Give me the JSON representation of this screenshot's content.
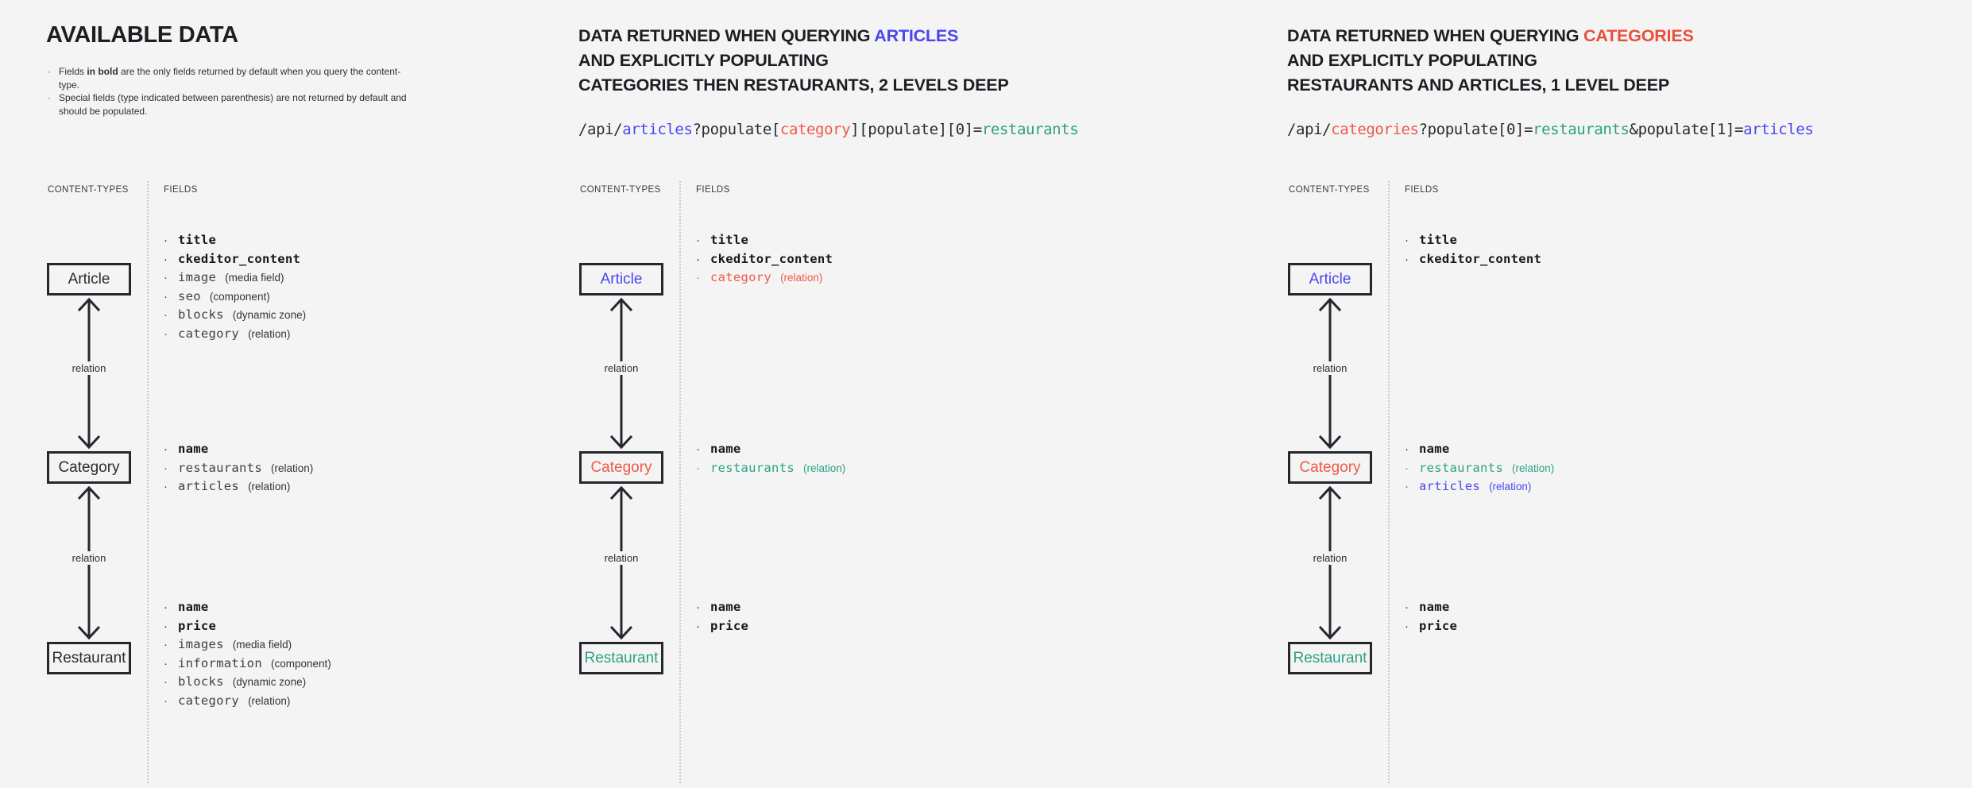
{
  "colors": {
    "background": "#f4f4f4",
    "text_dark": "#26262e",
    "accent_blue": "#4a46ee",
    "accent_red": "#ee5a48",
    "accent_teal": "#2ca186"
  },
  "labels": {
    "content_types": "CONTENT-TYPES",
    "fields": "FIELDS",
    "relation": "relation"
  },
  "available": {
    "title": "AVAILABLE DATA",
    "note1_pre": "Fields ",
    "note1_bold": "in bold",
    "note1_post": " are the only fields returned by default when you query the content-type.",
    "note2": "Special fields (type indicated between parenthesis) are not returned by default and should be populated.",
    "bullet": "·"
  },
  "q_articles": {
    "l1_pre": "DATA RETURNED WHEN QUERYING ",
    "l1_accent": "ARTICLES",
    "l2": "AND EXPLICITLY POPULATING",
    "l3": "CATEGORIES THEN RESTAURANTS, 2 LEVELS DEEP",
    "api": [
      {
        "t": "/api/"
      },
      {
        "t": "articles"
      },
      {
        "t": "?populate["
      },
      {
        "t": "category"
      },
      {
        "t": "][populate][0]="
      },
      {
        "t": "restaurants"
      }
    ]
  },
  "q_categories": {
    "l1_pre": "DATA RETURNED WHEN QUERYING ",
    "l1_accent": "CATEGORIES",
    "l2": "AND EXPLICITLY POPULATING",
    "l3": "RESTAURANTS AND ARTICLES, 1 LEVEL DEEP",
    "api": [
      {
        "t": "/api/"
      },
      {
        "t": "categories"
      },
      {
        "t": "?populate[0]="
      },
      {
        "t": "restaurants"
      },
      {
        "t": "&populate[1]="
      },
      {
        "t": "articles"
      }
    ]
  },
  "columns": [
    {
      "boxes": [
        {
          "label": "Article"
        },
        {
          "label": "Category"
        },
        {
          "label": "Restaurant"
        }
      ],
      "groups": [
        {
          "items": [
            {
              "name": "title",
              "type": ""
            },
            {
              "name": "ckeditor_content",
              "type": ""
            },
            {
              "name": "image",
              "type": "(media field)"
            },
            {
              "name": "seo",
              "type": "(component)"
            },
            {
              "name": "blocks",
              "type": "(dynamic zone)"
            },
            {
              "name": "category",
              "type": "(relation)"
            }
          ]
        },
        {
          "items": [
            {
              "name": "name",
              "type": ""
            },
            {
              "name": "restaurants",
              "type": "(relation)"
            },
            {
              "name": "articles",
              "type": "(relation)"
            }
          ]
        },
        {
          "items": [
            {
              "name": "name",
              "type": ""
            },
            {
              "name": "price",
              "type": ""
            },
            {
              "name": "images",
              "type": "(media field)"
            },
            {
              "name": "information",
              "type": "(component)"
            },
            {
              "name": "blocks",
              "type": "(dynamic zone)"
            },
            {
              "name": "category",
              "type": "(relation)"
            }
          ]
        }
      ]
    },
    {
      "boxes": [
        {
          "label": "Article"
        },
        {
          "label": "Category"
        },
        {
          "label": "Restaurant"
        }
      ],
      "groups": [
        {
          "items": [
            {
              "name": "title",
              "type": ""
            },
            {
              "name": "ckeditor_content",
              "type": ""
            },
            {
              "name": "category",
              "type": "(relation)"
            }
          ]
        },
        {
          "items": [
            {
              "name": "name",
              "type": ""
            },
            {
              "name": "restaurants",
              "type": "(relation)"
            }
          ]
        },
        {
          "items": [
            {
              "name": "name",
              "type": ""
            },
            {
              "name": "price",
              "type": ""
            }
          ]
        }
      ]
    },
    {
      "boxes": [
        {
          "label": "Article"
        },
        {
          "label": "Category"
        },
        {
          "label": "Restaurant"
        }
      ],
      "groups": [
        {
          "items": [
            {
              "name": "title",
              "type": ""
            },
            {
              "name": "ckeditor_content",
              "type": ""
            }
          ]
        },
        {
          "items": [
            {
              "name": "name",
              "type": ""
            },
            {
              "name": "restaurants",
              "type": "(relation)"
            },
            {
              "name": "articles",
              "type": "(relation)"
            }
          ]
        },
        {
          "items": [
            {
              "name": "name",
              "type": ""
            },
            {
              "name": "price",
              "type": ""
            }
          ]
        }
      ]
    }
  ]
}
